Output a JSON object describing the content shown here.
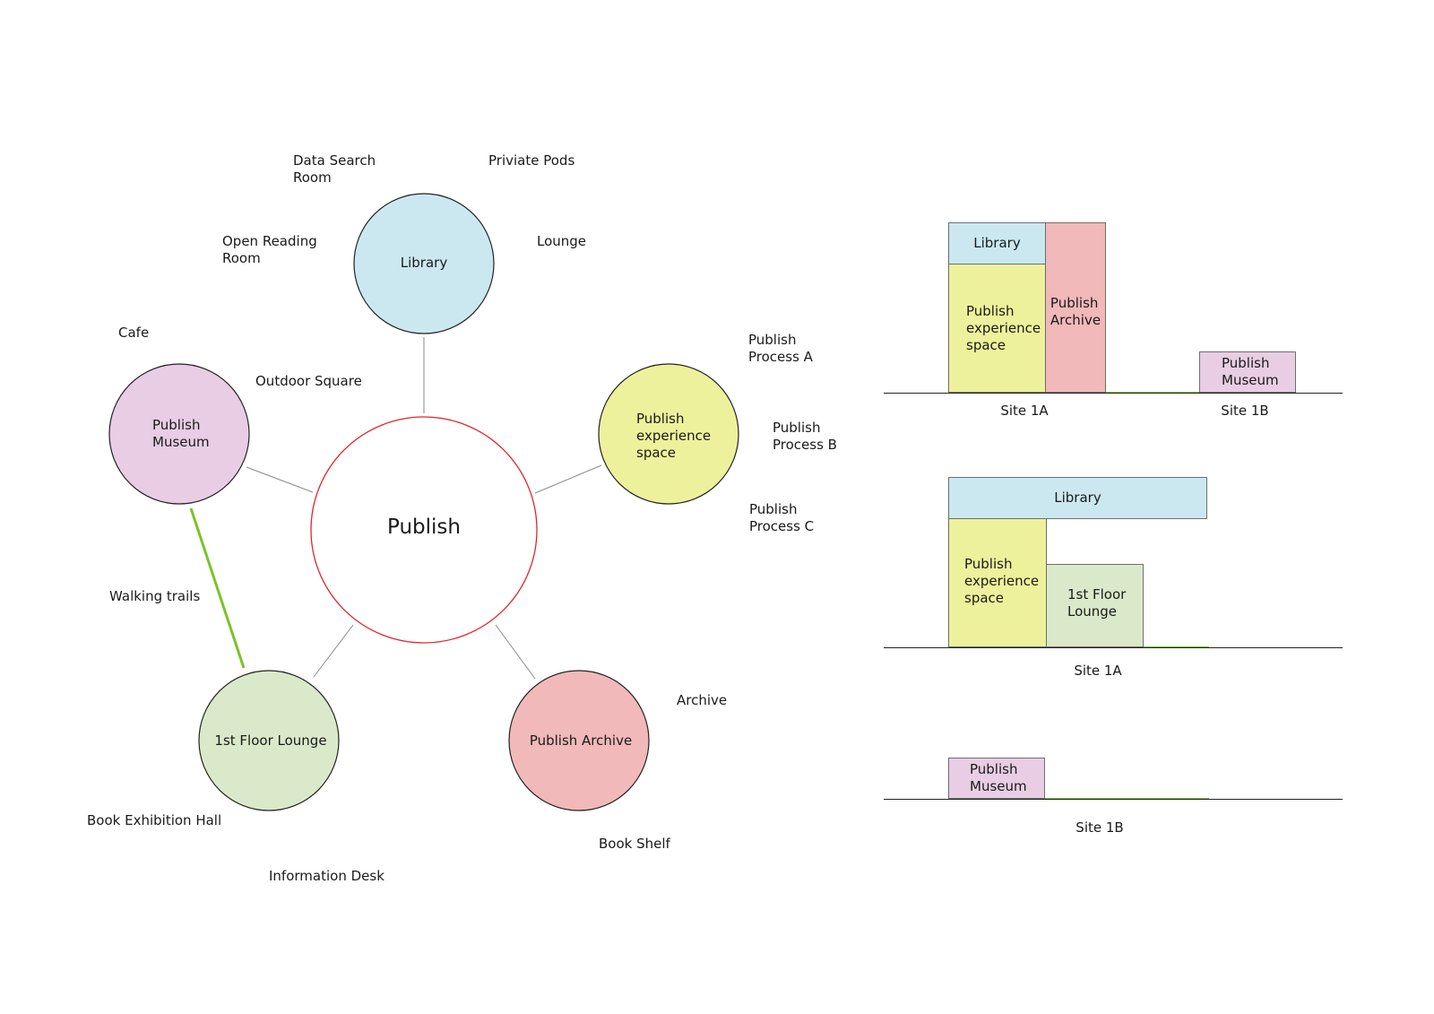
{
  "colors": {
    "library": "#cbe8f0",
    "experience": "#eef19b",
    "museum": "#e8cde4",
    "lounge": "#dae9c9",
    "archive": "#f1b9b9",
    "center_stroke": "#e0262a",
    "connector": "#8a8a8a",
    "green_link": "#7cc22a"
  },
  "bubble_diagram": {
    "center": {
      "label": "Publish"
    },
    "nodes": [
      {
        "id": "library",
        "label": "Library"
      },
      {
        "id": "experience",
        "label": "Publish\nexperience\nspace"
      },
      {
        "id": "museum",
        "label": "Publish\nMuseum"
      },
      {
        "id": "lounge",
        "label": "1st Floor Lounge"
      },
      {
        "id": "archive",
        "label": "Publish Archive"
      }
    ],
    "annotations": {
      "data_search_room": "Data Search\nRoom",
      "private_pods": "Priviate Pods",
      "open_reading_room": "Open Reading\nRoom",
      "lounge": "Lounge",
      "cafe": "Cafe",
      "outdoor_square": "Outdoor Square",
      "process_a": "Publish\nProcess A",
      "process_b": "Publish\nProcess B",
      "process_c": "Publish\nProcess C",
      "walking_trails": "Walking trails",
      "archive": "Archive",
      "book_exhibition_hall": "Book Exhibition Hall",
      "book_shelf": "Book Shelf",
      "information_desk": "Information Desk"
    }
  },
  "sections": [
    {
      "site_labels": [
        "Site 1A",
        "Site 1B"
      ],
      "blocks": {
        "library": "Library",
        "experience": "Publish\nexperience\nspace",
        "archive": "Publish\nArchive",
        "museum": "Publish\nMuseum"
      }
    },
    {
      "site_labels": [
        "Site 1A"
      ],
      "blocks": {
        "library": "Library",
        "experience": "Publish\nexperience\nspace",
        "lounge": "1st Floor\nLounge"
      }
    },
    {
      "site_labels": [
        "Site 1B"
      ],
      "blocks": {
        "museum": "Publish\nMuseum"
      }
    }
  ]
}
